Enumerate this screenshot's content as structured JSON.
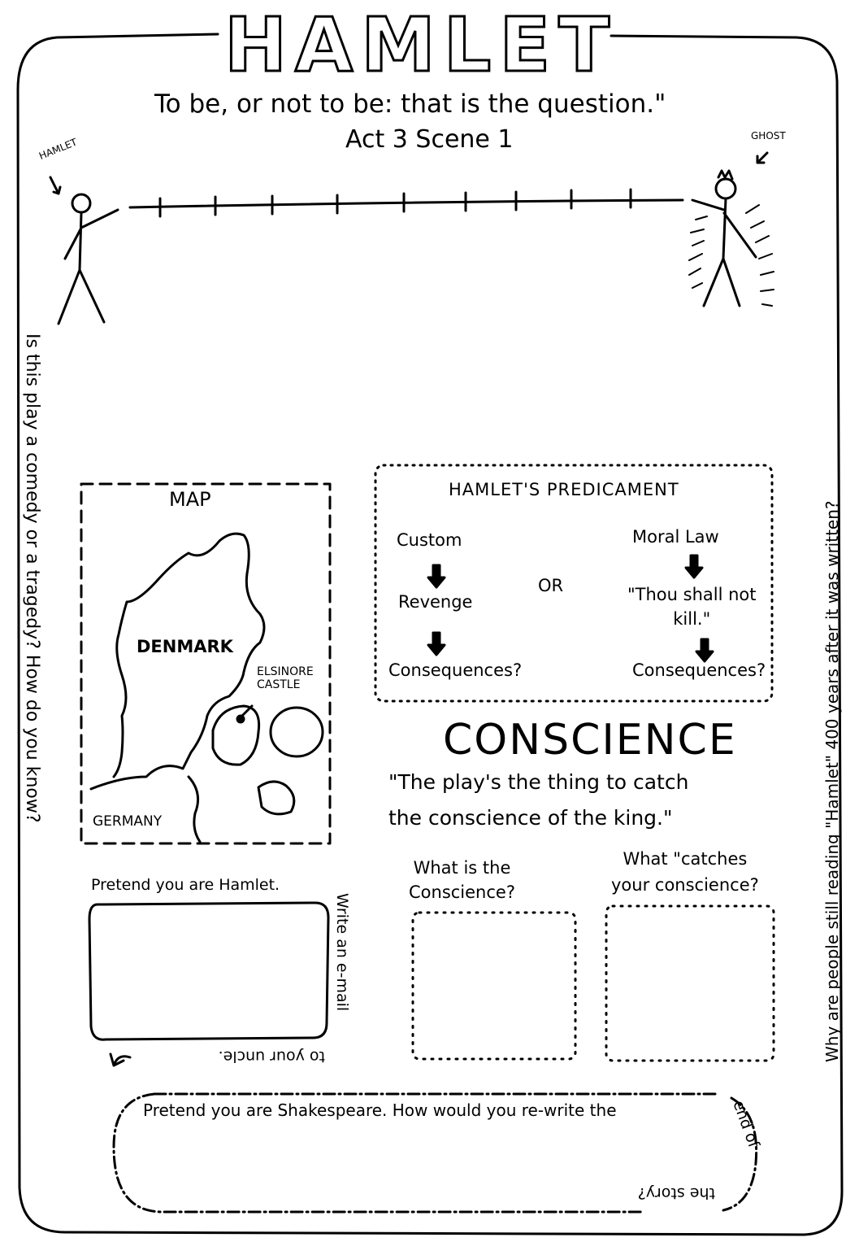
{
  "title": "HAMLET",
  "quote": "To be, or not to be: that is the question.\"",
  "act_scene": "Act 3  Scene 1",
  "labels": {
    "hamlet": "HAMLET",
    "ghost": "GHOST"
  },
  "side_questions": {
    "left": "Is this play a comedy or a tragedy? How do you know?",
    "right": "Why are people still reading \"Hamlet\" 400 years after it was written?"
  },
  "map": {
    "title": "MAP",
    "denmark": "DENMARK",
    "elsinore": "ELSINORE\nCASTLE",
    "germany": "GERMANY"
  },
  "predicament": {
    "title": "HAMLET'S PREDICAMENT",
    "left": [
      "Custom",
      "Revenge",
      "Consequences?"
    ],
    "or": "OR",
    "right": [
      "Moral Law",
      "\"Thou shall not\nkill.\"",
      "Consequences?"
    ]
  },
  "conscience": {
    "heading": "CONSCIENCE",
    "quote": "\"The play's the thing to catch\nthe conscience of the king.\"",
    "q1": "What is the\nConscience?",
    "q2": "What \"catches\nyour conscience?"
  },
  "email": {
    "prompt": "Pretend you are Hamlet.",
    "side": "Write an e-mail",
    "bottom": "to your uncle."
  },
  "shakespeare": {
    "prompt": "Pretend you are Shakespeare. How would you re-write the",
    "side": "end of",
    "bottom": "the story?"
  }
}
